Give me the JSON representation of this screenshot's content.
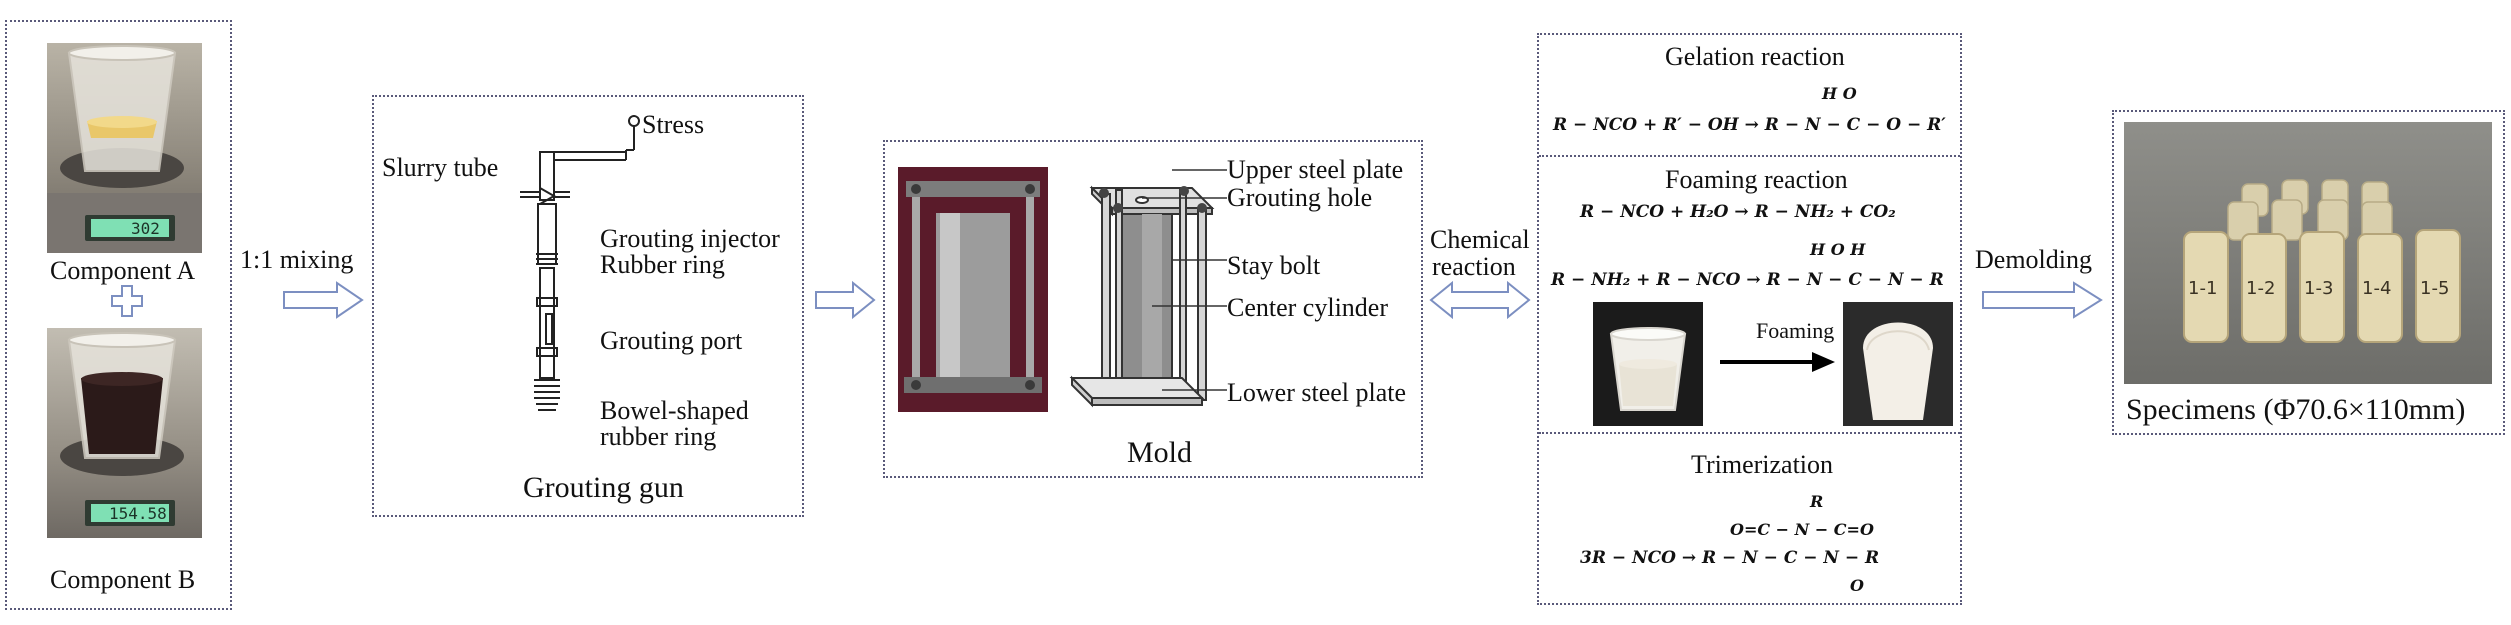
{
  "components": {
    "a_label": "Component A",
    "b_label": "Component B",
    "scale_a": "302",
    "scale_b": "154.58"
  },
  "mixing_label": "1:1 mixing",
  "grouting_gun": {
    "title": "Grouting gun",
    "stress": "Stress",
    "slurry_tube": "Slurry tube",
    "grouting_injector": "Grouting injector",
    "rubber_ring": "Rubber ring",
    "grouting_port": "Grouting port",
    "bowel_line1": "Bowel-shaped",
    "bowel_line2": "rubber ring"
  },
  "mold": {
    "title": "Mold",
    "upper_steel_plate": "Upper steel plate",
    "grouting_hole": "Grouting hole",
    "stay_bolt": "Stay bolt",
    "center_cylinder": "Center cylinder",
    "lower_steel_plate": "Lower steel plate"
  },
  "chemical_reaction": {
    "line1": "Chemical",
    "line2": "reaction"
  },
  "reactions": {
    "gelation_title": "Gelation reaction",
    "gel_above": "H     O",
    "gel_eq": "R − NCO + R′ − OH → R − N − C − O − R′",
    "foaming_title": "Foaming reaction",
    "foam_eq1": "R − NCO + H₂O → R − NH₂ + CO₂",
    "foam_above": "H     O     H",
    "foam_eq2": "R − NH₂ + R − NCO → R − N − C − N − R",
    "foaming_arrow_label": "Foaming",
    "trimer_title": "Trimerization",
    "tri_r": "R",
    "tri_top": "O=C − N − C=O",
    "tri_eq": "3R − NCO → R − N − C − N − R",
    "tri_o": "O"
  },
  "demolding_label": "Demolding",
  "specimens": {
    "caption": "Specimens (Φ70.6×110mm)",
    "labels": [
      "1-1",
      "1-2",
      "1-3",
      "1-4",
      "1-5"
    ]
  }
}
